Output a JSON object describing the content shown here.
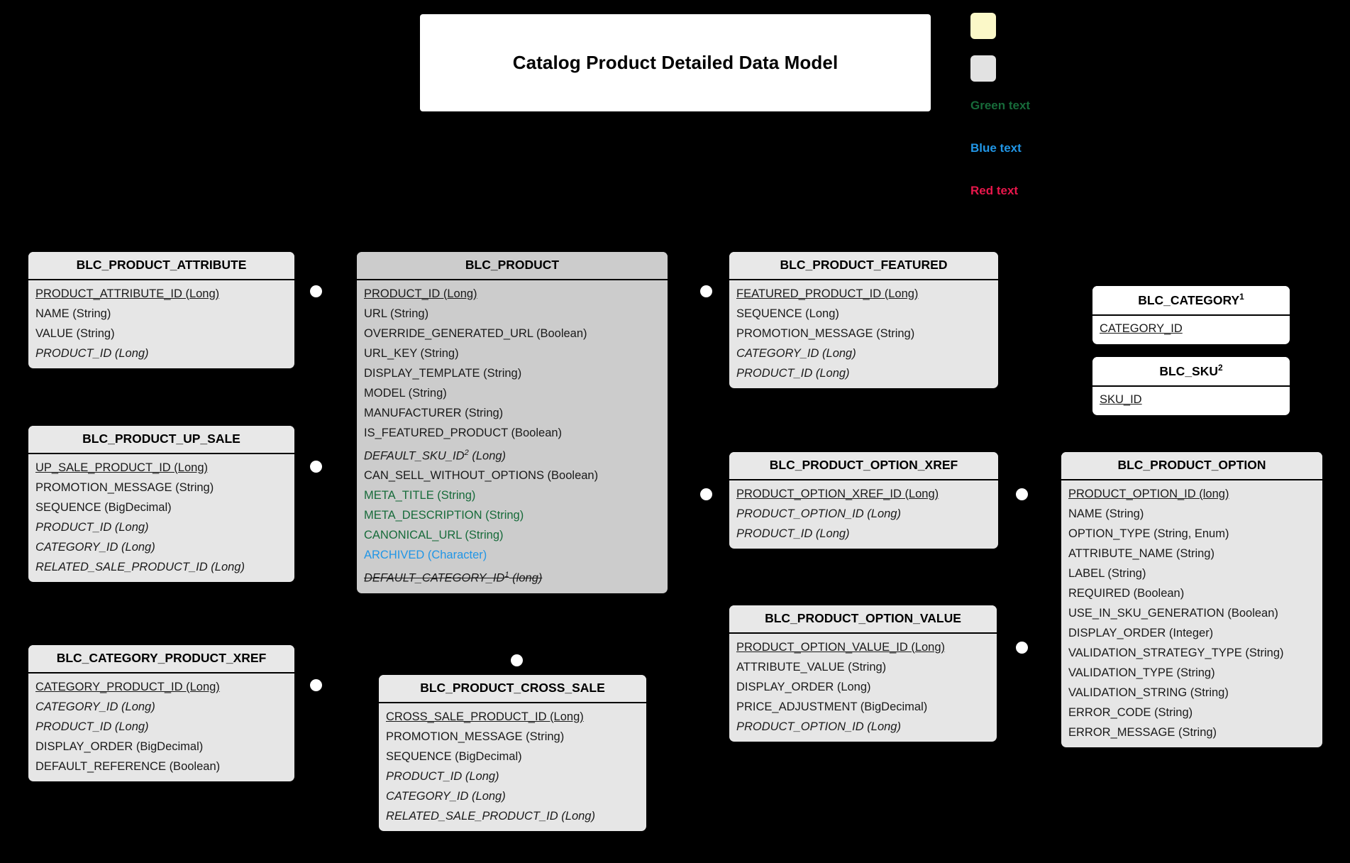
{
  "title": {
    "text": "Catalog Product Detailed Data Model"
  },
  "legend": {
    "swatch_yellow": {
      "name": "yellow-swatch",
      "color": "#fbf8c8"
    },
    "swatch_gray": {
      "name": "gray-swatch",
      "color": "#e2e2e2"
    },
    "green_label": "Green text",
    "green_color": "#176b3a",
    "blue_label": "Blue text",
    "blue_color": "#2196e6",
    "red_label": "Red text",
    "red_color": "#e8174b"
  },
  "colors": {
    "canvas": "#000000",
    "entity_light": "#e6e6e6",
    "entity_gray": "#cccccc",
    "entity_white": "#ffffff",
    "dot": "#ffffff"
  },
  "entities": [
    {
      "name": "BLC_PRODUCT_ATTRIBUTE",
      "style": "light",
      "fields": [
        {
          "text": "PRODUCT_ATTRIBUTE_ID (Long)",
          "kind": "pk"
        },
        {
          "text": "NAME (String)",
          "kind": "plain"
        },
        {
          "text": "VALUE (String)",
          "kind": "plain"
        },
        {
          "text": "PRODUCT_ID (Long)",
          "kind": "fk"
        }
      ]
    },
    {
      "name": "BLC_PRODUCT_UP_SALE",
      "style": "light",
      "fields": [
        {
          "text": "UP_SALE_PRODUCT_ID (Long)",
          "kind": "pk"
        },
        {
          "text": "PROMOTION_MESSAGE (String)",
          "kind": "plain"
        },
        {
          "text": "SEQUENCE (BigDecimal)",
          "kind": "plain"
        },
        {
          "text": "PRODUCT_ID (Long)",
          "kind": "fk"
        },
        {
          "text": "CATEGORY_ID (Long)",
          "kind": "fk"
        },
        {
          "text": "RELATED_SALE_PRODUCT_ID (Long)",
          "kind": "fk"
        }
      ]
    },
    {
      "name": "BLC_CATEGORY_PRODUCT_XREF",
      "style": "light",
      "fields": [
        {
          "text": "CATEGORY_PRODUCT_ID (Long)",
          "kind": "pk"
        },
        {
          "text": "CATEGORY_ID (Long)",
          "kind": "fk"
        },
        {
          "text": "PRODUCT_ID (Long)",
          "kind": "fk"
        },
        {
          "text": "DISPLAY_ORDER (BigDecimal)",
          "kind": "plain"
        },
        {
          "text": "DEFAULT_REFERENCE (Boolean)",
          "kind": "plain"
        }
      ]
    },
    {
      "name": "BLC_PRODUCT",
      "style": "gray",
      "fields": [
        {
          "text": "PRODUCT_ID (Long)",
          "kind": "pk"
        },
        {
          "text": "URL (String)",
          "kind": "plain"
        },
        {
          "text": "OVERRIDE_GENERATED_URL (Boolean)",
          "kind": "plain"
        },
        {
          "text": "URL_KEY (String)",
          "kind": "plain"
        },
        {
          "text": "DISPLAY_TEMPLATE (String)",
          "kind": "plain"
        },
        {
          "text": "MODEL (String)",
          "kind": "plain"
        },
        {
          "text": "MANUFACTURER (String)",
          "kind": "plain"
        },
        {
          "text": "IS_FEATURED_PRODUCT (Boolean)",
          "kind": "plain"
        },
        {
          "text": "DEFAULT_SKU_ID² (Long)",
          "kind": "fk"
        },
        {
          "text": "CAN_SELL_WITHOUT_OPTIONS (Boolean)",
          "kind": "plain"
        },
        {
          "text": "META_TITLE (String)",
          "kind": "plain",
          "color": "green"
        },
        {
          "text": "META_DESCRIPTION (String)",
          "kind": "plain",
          "color": "green"
        },
        {
          "text": "CANONICAL_URL (String)",
          "kind": "plain",
          "color": "green"
        },
        {
          "text": "ARCHIVED (Character)",
          "kind": "plain",
          "color": "blue"
        },
        {
          "text": "DEFAULT_CATEGORY_ID¹ (long)",
          "kind": "strike"
        }
      ]
    },
    {
      "name": "BLC_PRODUCT_CROSS_SALE",
      "style": "light",
      "fields": [
        {
          "text": "CROSS_SALE_PRODUCT_ID (Long)",
          "kind": "pk"
        },
        {
          "text": "PROMOTION_MESSAGE (String)",
          "kind": "plain"
        },
        {
          "text": "SEQUENCE (BigDecimal)",
          "kind": "plain"
        },
        {
          "text": "PRODUCT_ID (Long)",
          "kind": "fk"
        },
        {
          "text": "CATEGORY_ID (Long)",
          "kind": "fk"
        },
        {
          "text": "RELATED_SALE_PRODUCT_ID (Long)",
          "kind": "fk"
        }
      ]
    },
    {
      "name": "BLC_PRODUCT_FEATURED",
      "style": "light",
      "fields": [
        {
          "text": "FEATURED_PRODUCT_ID (Long)",
          "kind": "pk"
        },
        {
          "text": "SEQUENCE (Long)",
          "kind": "plain"
        },
        {
          "text": "PROMOTION_MESSAGE (String)",
          "kind": "plain"
        },
        {
          "text": "CATEGORY_ID (Long)",
          "kind": "fk"
        },
        {
          "text": "PRODUCT_ID (Long)",
          "kind": "fk"
        }
      ]
    },
    {
      "name": "BLC_PRODUCT_OPTION_XREF",
      "style": "light",
      "fields": [
        {
          "text": "PRODUCT_OPTION_XREF_ID (Long)",
          "kind": "pk"
        },
        {
          "text": "PRODUCT_OPTION_ID (Long)",
          "kind": "fk"
        },
        {
          "text": "PRODUCT_ID (Long)",
          "kind": "fk"
        }
      ]
    },
    {
      "name": "BLC_PRODUCT_OPTION_VALUE",
      "style": "light",
      "fields": [
        {
          "text": "PRODUCT_OPTION_VALUE_ID (Long)",
          "kind": "pk"
        },
        {
          "text": "ATTRIBUTE_VALUE (String)",
          "kind": "plain"
        },
        {
          "text": "DISPLAY_ORDER (Long)",
          "kind": "plain"
        },
        {
          "text": "PRICE_ADJUSTMENT (BigDecimal)",
          "kind": "plain"
        },
        {
          "text": "PRODUCT_OPTION_ID (Long)",
          "kind": "fk"
        }
      ]
    },
    {
      "name": "BLC_CATEGORY¹",
      "style": "white",
      "fields": [
        {
          "text": "CATEGORY_ID",
          "kind": "pk"
        }
      ]
    },
    {
      "name": "BLC_SKU²",
      "style": "white",
      "fields": [
        {
          "text": "SKU_ID",
          "kind": "pk"
        }
      ]
    },
    {
      "name": "BLC_PRODUCT_OPTION",
      "style": "light",
      "fields": [
        {
          "text": "PRODUCT_OPTION_ID (long)",
          "kind": "pk"
        },
        {
          "text": "NAME (String)",
          "kind": "plain"
        },
        {
          "text": "OPTION_TYPE (String, Enum)",
          "kind": "plain"
        },
        {
          "text": "ATTRIBUTE_NAME (String)",
          "kind": "plain"
        },
        {
          "text": "LABEL (String)",
          "kind": "plain"
        },
        {
          "text": "REQUIRED (Boolean)",
          "kind": "plain"
        },
        {
          "text": "USE_IN_SKU_GENERATION (Boolean)",
          "kind": "plain"
        },
        {
          "text": "DISPLAY_ORDER (Integer)",
          "kind": "plain"
        },
        {
          "text": "VALIDATION_STRATEGY_TYPE (String)",
          "kind": "plain"
        },
        {
          "text": "VALIDATION_TYPE (String)",
          "kind": "plain"
        },
        {
          "text": "VALIDATION_STRING (String)",
          "kind": "plain"
        },
        {
          "text": "ERROR_CODE (String)",
          "kind": "plain"
        },
        {
          "text": "ERROR_MESSAGE (String)",
          "kind": "plain"
        }
      ]
    }
  ]
}
